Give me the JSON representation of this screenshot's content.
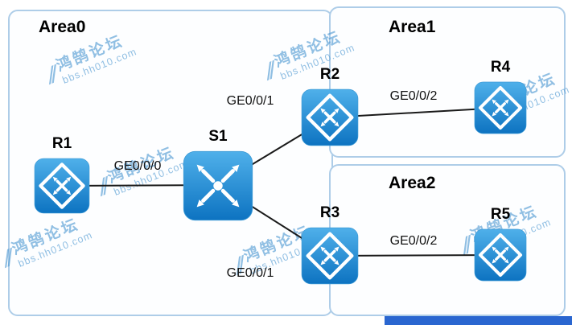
{
  "diagram": {
    "areas": [
      {
        "label": "Area0"
      },
      {
        "label": "Area1"
      },
      {
        "label": "Area2"
      }
    ],
    "devices": [
      {
        "name": "R1",
        "type": "router"
      },
      {
        "name": "S1",
        "type": "switch"
      },
      {
        "name": "R2",
        "type": "router"
      },
      {
        "name": "R4",
        "type": "router"
      },
      {
        "name": "R3",
        "type": "router"
      },
      {
        "name": "R5",
        "type": "router"
      }
    ],
    "links": [
      {
        "from": "R1",
        "to": "S1",
        "label": "GE0/0/0"
      },
      {
        "from": "S1",
        "to": "R2",
        "label": "GE0/0/1"
      },
      {
        "from": "R2",
        "to": "R4",
        "label": "GE0/0/2"
      },
      {
        "from": "S1",
        "to": "R3",
        "label": "GE0/0/1"
      },
      {
        "from": "R3",
        "to": "R5",
        "label": "GE0/0/2"
      }
    ]
  },
  "watermark": {
    "logo": "⫽",
    "line1": "鸿鹄论坛",
    "line2": "bbs.hh010.com"
  },
  "colors": {
    "device_blue": "#1b84cf",
    "area_border": "#aecde8",
    "link_black": "#1a1a1a",
    "watermark_blue": "#4d98d2",
    "bottom_bar_blue": "#2a66d0"
  }
}
